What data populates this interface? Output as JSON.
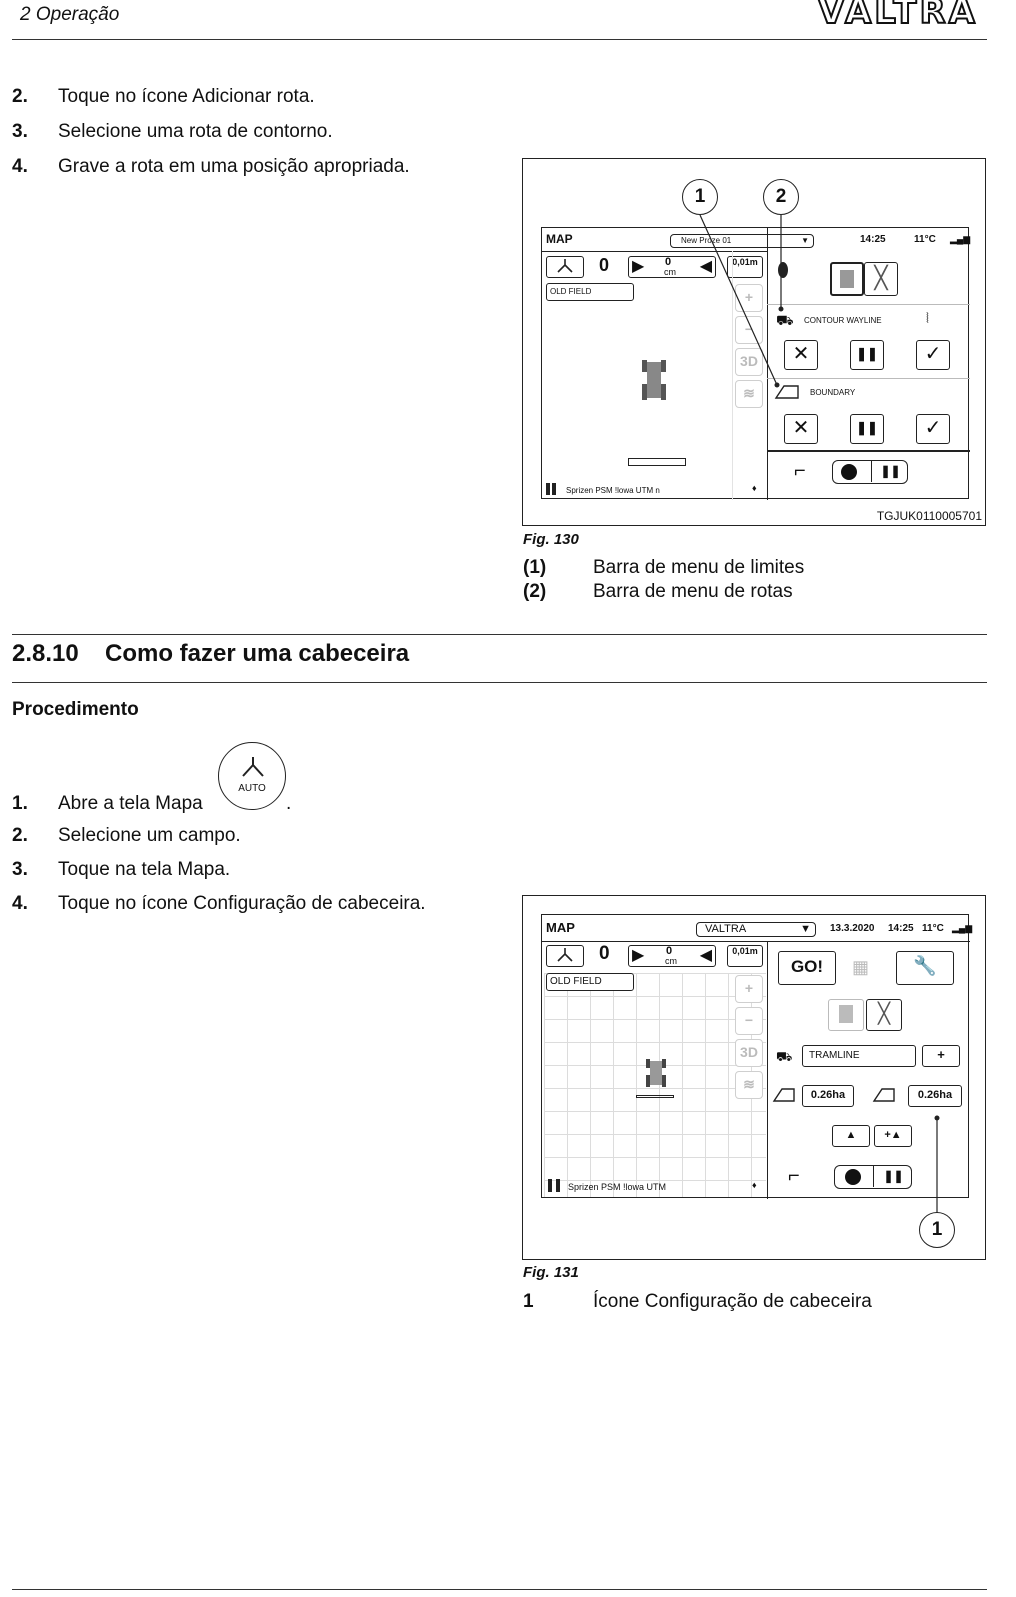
{
  "header": {
    "section": "2 Operação",
    "brand": "VALTRA"
  },
  "steps_top": [
    {
      "num": "2.",
      "text": "Toque no ícone Adicionar rota."
    },
    {
      "num": "3.",
      "text": "Selecione uma rota de contorno."
    },
    {
      "num": "4.",
      "text": "Grave a rota em uma posição apropriada."
    }
  ],
  "fig130": {
    "caption": "Fig. 130",
    "code": "TGJUK0110005701",
    "callouts": [
      "1",
      "2"
    ],
    "screen": {
      "title": "MAP",
      "dropdown": "New Proze 01",
      "time": "14:25",
      "temp": "11°C",
      "counter": "0",
      "offset_value": "0",
      "offset_unit": "cm",
      "width": "0,01m",
      "field": "OLD FIELD",
      "zoom_3d": "3D",
      "contour": "CONTOUR WAYLINE",
      "boundary": "BOUNDARY",
      "status": "Sprizen PSM !lowa UTM n"
    },
    "legend": [
      {
        "key": "(1)",
        "text": "Barra de menu de limites"
      },
      {
        "key": "(2)",
        "text": "Barra de menu de rotas"
      }
    ]
  },
  "section": {
    "num": "2.8.10",
    "title": "Como fazer uma cabeceira"
  },
  "procedure": "Procedimento",
  "auto_label": "AUTO",
  "steps_bottom": [
    {
      "num": "1.",
      "text": "Abre a tela Mapa",
      "suffix": "."
    },
    {
      "num": "2.",
      "text": "Selecione um campo."
    },
    {
      "num": "3.",
      "text": "Toque na tela Mapa."
    },
    {
      "num": "4.",
      "text": "Toque no ícone Configuração de cabeceira."
    }
  ],
  "fig131": {
    "caption": "Fig. 131",
    "callouts": [
      "1"
    ],
    "screen": {
      "title": "MAP",
      "dropdown": "VALTRA",
      "date": "13.3.2020",
      "time": "14:25",
      "temp": "11°C",
      "counter": "0",
      "offset_value": "0",
      "offset_unit": "cm",
      "width": "0,01m",
      "field": "OLD FIELD",
      "zoom_3d": "3D",
      "go": "GO!",
      "tramline": "TRAMLINE",
      "area1": "0.26ha",
      "area2": "0.26ha",
      "status": "Sprizen PSM !lowa UTM"
    },
    "legend": [
      {
        "key": "1",
        "text": "Ícone Configuração de cabeceira"
      }
    ]
  }
}
